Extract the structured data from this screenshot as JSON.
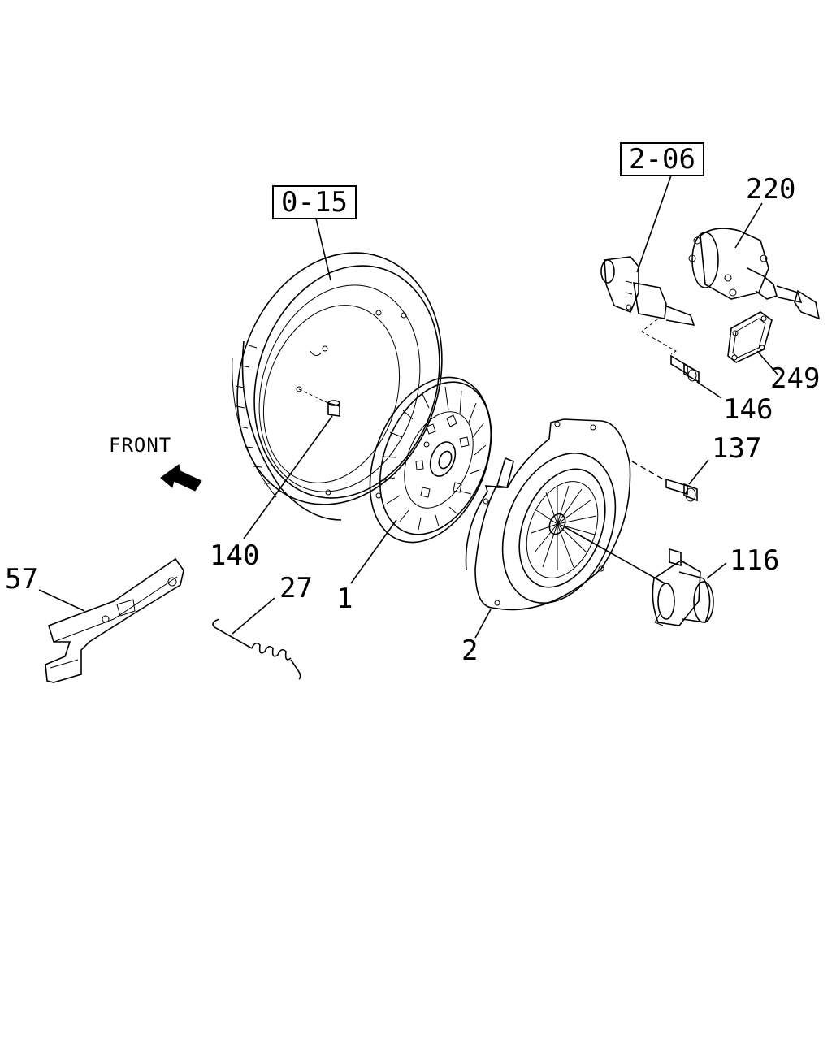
{
  "ref_boxes": [
    {
      "text": "0-15"
    },
    {
      "text": "2-06"
    }
  ],
  "callouts": [
    {
      "id": "220",
      "text": "220"
    },
    {
      "id": "249",
      "text": "249"
    },
    {
      "id": "146",
      "text": "146"
    },
    {
      "id": "137",
      "text": "137"
    },
    {
      "id": "116",
      "text": "116"
    },
    {
      "id": "140",
      "text": "140"
    },
    {
      "id": "57",
      "text": "57"
    },
    {
      "id": "27",
      "text": "27"
    },
    {
      "id": "1",
      "text": "1"
    },
    {
      "id": "2",
      "text": "2"
    }
  ],
  "direction": {
    "text": "FRONT",
    "icon": "arrow-left-down-icon"
  }
}
